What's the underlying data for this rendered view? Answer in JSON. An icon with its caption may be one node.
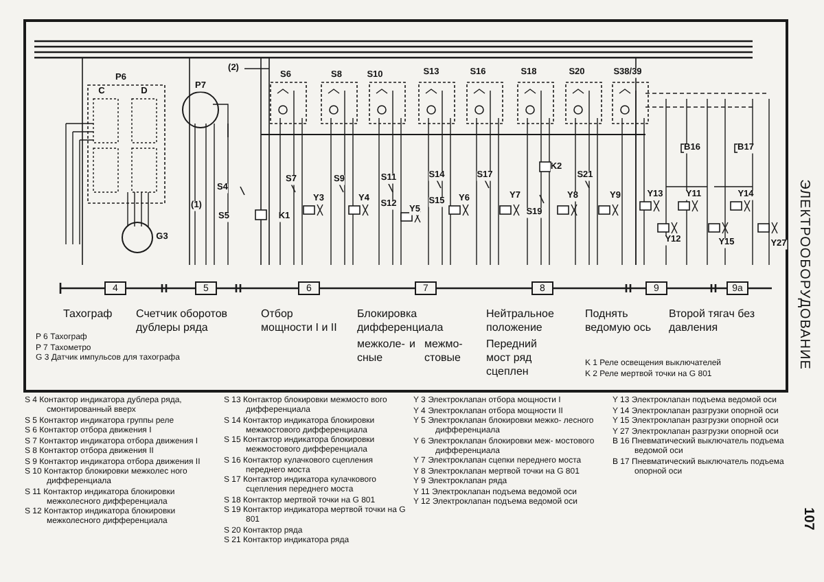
{
  "diagram": {
    "labels": [
      "P6",
      "C",
      "D",
      "P7",
      "(2)",
      "S6",
      "S8",
      "S10",
      "S13",
      "S16",
      "S18",
      "S20",
      "S38/39",
      "B16",
      "B17",
      "S4",
      "(1)",
      "S5",
      "K1",
      "G3",
      "S7",
      "Y3",
      "S9",
      "Y4",
      "S11",
      "S12",
      "Y5",
      "S14",
      "S15",
      "Y6",
      "S17",
      "Y7",
      "K2",
      "S19",
      "Y8",
      "S21",
      "Y9",
      "Y13",
      "Y11",
      "Y12",
      "Y14",
      "Y15",
      "Y27",
      "Тахограф",
      "Счетчик оборотов дублеры ряда",
      "Отбор мощности I и II",
      "Блокировка дифференциала",
      "межколе- сные",
      "и",
      "межмо- стовые",
      "Нейтральное положение",
      "Передний мост ряд сцеплен",
      "Поднять ведомую ось",
      "Второй тягач без давления",
      "P 6 Тахограф",
      "P 7 Тахометро",
      "G 3 Датчик импульсов для тахографа",
      "K 1 Реле освещения выключателей",
      "K 2 Реле мертвой точки на G 801",
      "S 4 Контактор индикатора дублера ряда, смонтированный вверх",
      "S 5 Контактор индикатора группы реле",
      "S 6 Контактор отбора движения I",
      "S 7 Контактор индикатора отбора движения I",
      "S 8 Контактор отбора движения II",
      "S 9 Контактор индикатора отбора движения II",
      "S 10 Контактор блокировки межколес ного дифференциала",
      "S 11 Контактор индикатора блокировки межколесного дифференциала",
      "S 12 Контактор индикатора блокировки межколесного дифференциала",
      "S 13 Контактор блокировки межмосто вого дифференциала",
      "S 14 Контактор индикатора блокировки межмостового дифференциала",
      "S 15 Контактор индикатора блокировки межмостового дифференциала",
      "S 16 Контактор кулачкового сцепления переднего моста",
      "S 17 Контактор индикатора кулачкового сцепления переднего моста",
      "S 18 Контактор мертвой точки на G 801",
      "S 19 Контактор индикатора мертвой точки на G 801",
      "S 20 Контактор ряда",
      "S 21 Контактор индикатора ряда",
      "Y 3 Электроклапан отбора мощности I",
      "Y 4 Электроклапан отбора мощности II",
      "Y 5 Электроклапан блокировки межко- лесного дифференциала",
      "Y 6 Электроклапан блокировки меж- мостового дифференциала",
      "Y 7 Электроклапан сцепки переднего моста",
      "Y 8 Электроклапан мертвой точки на G 801",
      "Y 9 Электроклапан ряда",
      "Y 11 Электроклапан подъема ведомой оси",
      "Y 12 Электроклапан подъема ведомой оси",
      "Y 13 Электроклапан подъема ведомой оси",
      "Y 14 Электроклапан разгрузки опорной оси",
      "Y 15 Электроклапан разгрузки опорной оси",
      "Y 27 Электроклапан разгрузки опорной оси",
      "B 16 Пневматический выключатель подъема ведомой оси",
      "B 17 Пневматический выключатель подъема опорной оси",
      "ЭЛЕКТРООБОРУДОВАНИЕ",
      "107",
      "4",
      "5",
      "6",
      "7",
      "8",
      "9",
      "9a"
    ]
  }
}
